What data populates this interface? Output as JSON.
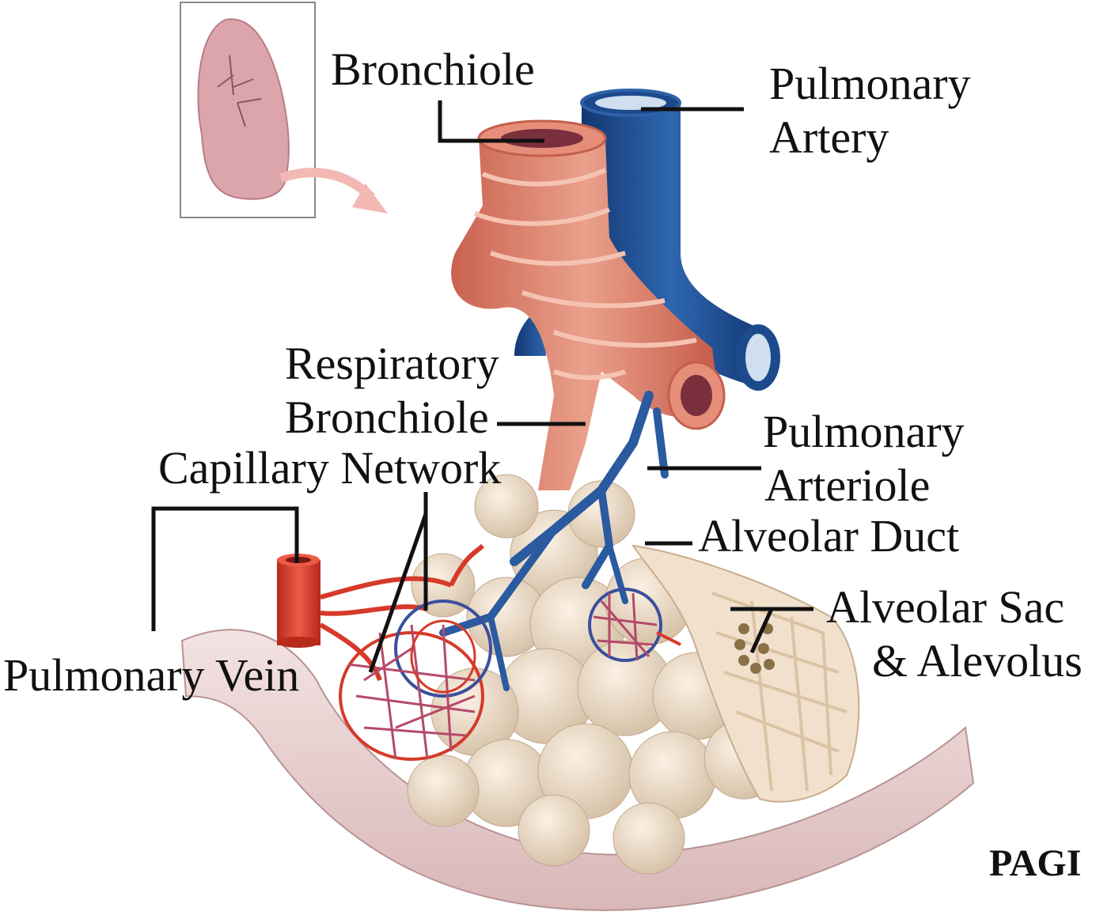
{
  "labels": {
    "bronchiole": "Bronchiole",
    "pulmonary_artery_1": "Pulmonary",
    "pulmonary_artery_2": "Artery",
    "respiratory_bronchiole_1": "Respiratory",
    "respiratory_bronchiole_2": "Bronchiole",
    "capillary_network": "Capillary Network",
    "pulmonary_arteriole_1": "Pulmonary",
    "pulmonary_arteriole_2": "Arteriole",
    "alveolar_duct": "Alveolar Duct",
    "alveolar_sac_1": "Alveolar Sac",
    "alveolar_sac_2": "& Alevolus",
    "pulmonary_vein": "Pulmonary Vein",
    "page_stamp": "PAGI"
  },
  "colors": {
    "artery": "#1f4f94",
    "muscle": "#d9806c",
    "vein": "#d63a2a",
    "alveoli": "#ead9c4",
    "tissue": "#e8cfd0",
    "leader": "#111111"
  },
  "icons": [
    "lung-thumbnail-icon",
    "arrow-icon"
  ]
}
